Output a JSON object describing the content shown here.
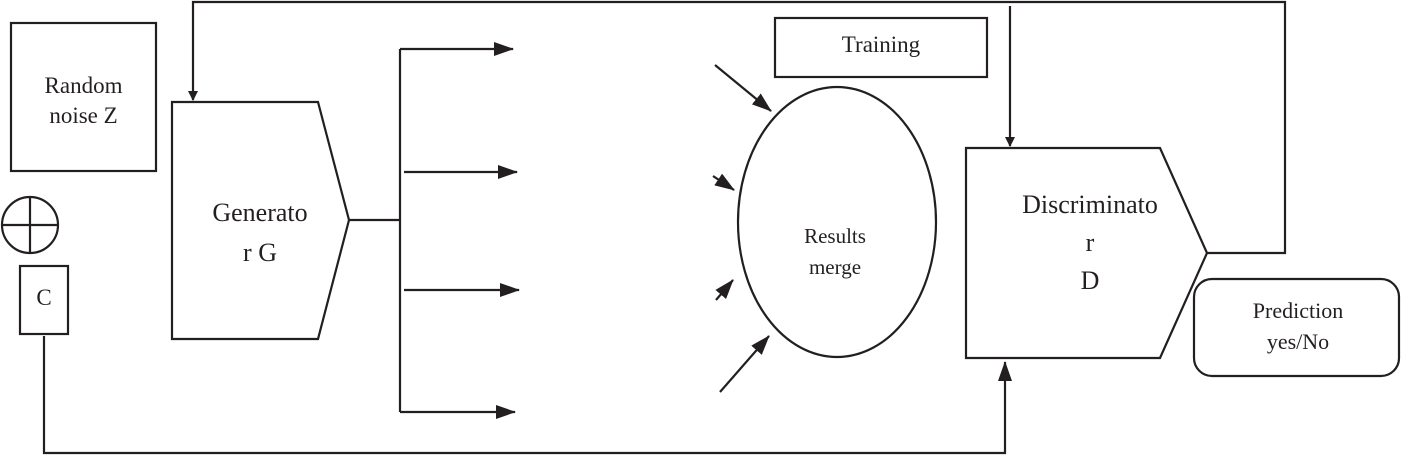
{
  "diagram": {
    "random_noise": [
      "Random",
      "noise Z"
    ],
    "condition": "C",
    "generator": [
      "Generato",
      "r G"
    ],
    "training": "Training",
    "results_merge": [
      "Results",
      "merge"
    ],
    "discriminator": [
      "Discriminato",
      "r",
      "D"
    ],
    "prediction": [
      "Prediction",
      "yes/No"
    ],
    "line_color": "#231f20"
  }
}
